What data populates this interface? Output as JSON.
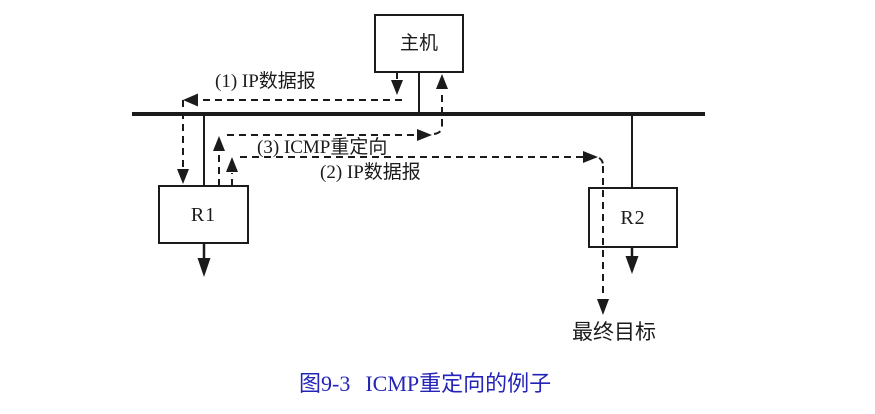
{
  "figure": {
    "nodes": {
      "host": {
        "label": "主机"
      },
      "router1": {
        "label": "R1"
      },
      "router2": {
        "label": "R2"
      },
      "final_destination": {
        "label": "最终目标"
      }
    },
    "flows": {
      "step1": {
        "label": "(1) IP数据报"
      },
      "step2": {
        "label": "(2) IP数据报"
      },
      "step3": {
        "label": "(3) ICMP重定向"
      }
    },
    "caption": {
      "number": "图9-3",
      "title": "ICMP重定向的例子"
    },
    "colors": {
      "ink": "#1b1b1b",
      "caption_blue": "#2424b8",
      "background": "#ffffff"
    }
  }
}
